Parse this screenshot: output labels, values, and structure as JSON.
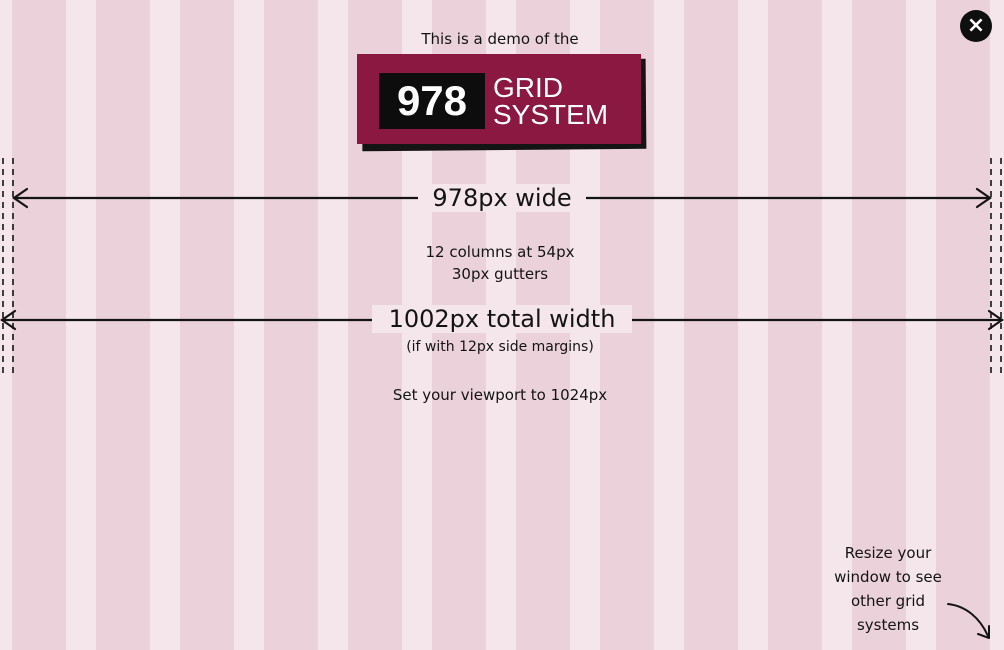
{
  "close_icon": "×",
  "intro_text": "This is a demo of the",
  "logo": {
    "number": "978",
    "line1": "GRID",
    "line2": "SYSTEM"
  },
  "measurements": {
    "wide_label": "978px wide",
    "columns_line1": "12 columns at 54px",
    "columns_line2": "30px gutters",
    "total_label": "1002px total width",
    "margins_note": "(if with 12px side margins)",
    "viewport_note": "Set your viewport to 1024px"
  },
  "resize_note": {
    "line1": "Resize your",
    "line2": "window to see",
    "line3": "other grid",
    "line4": "systems"
  },
  "colors": {
    "column": "#ead1da",
    "gutter": "#f4e6ea",
    "logo_bg": "#8b1840"
  }
}
